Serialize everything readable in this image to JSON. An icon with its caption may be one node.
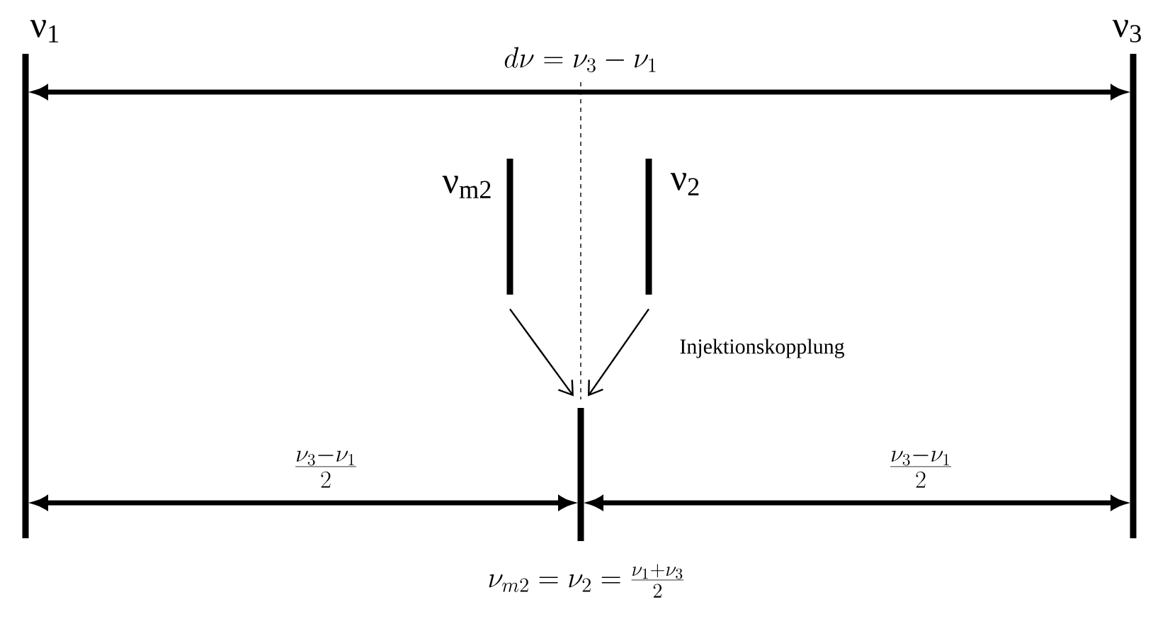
{
  "diagram": {
    "nodes": [
      {
        "text": [
          "ν$_{1}$"
        ]
      },
      {
        "text": [
          "ν$_{3}$"
        ]
      },
      {
        "text": [
          "ν$_{m2}$"
        ]
      },
      {
        "text": [
          "ν$_{2}$"
        ]
      },
      {
        "text": [],
        "shape": "bar",
        "beside": [
          "\\nu_{m2}=\\nu_{2}=\\frac{\\nu_1+\\nu_3}{2}"
        ]
      }
    ],
    "edges": [
      {
        "from": 2,
        "to": 4,
        "arrow": "to"
      },
      {
        "from": 3,
        "to": 4,
        "arrow": "to",
        "label": "Injektionskopplung"
      }
    ],
    "labels": [
      "d\\nu = \\nu_3-\\nu_1",
      "\\frac{\\nu_3-\\nu_1}{2}",
      "\\frac{\\nu_3-\\nu_1}{2}"
    ]
  }
}
